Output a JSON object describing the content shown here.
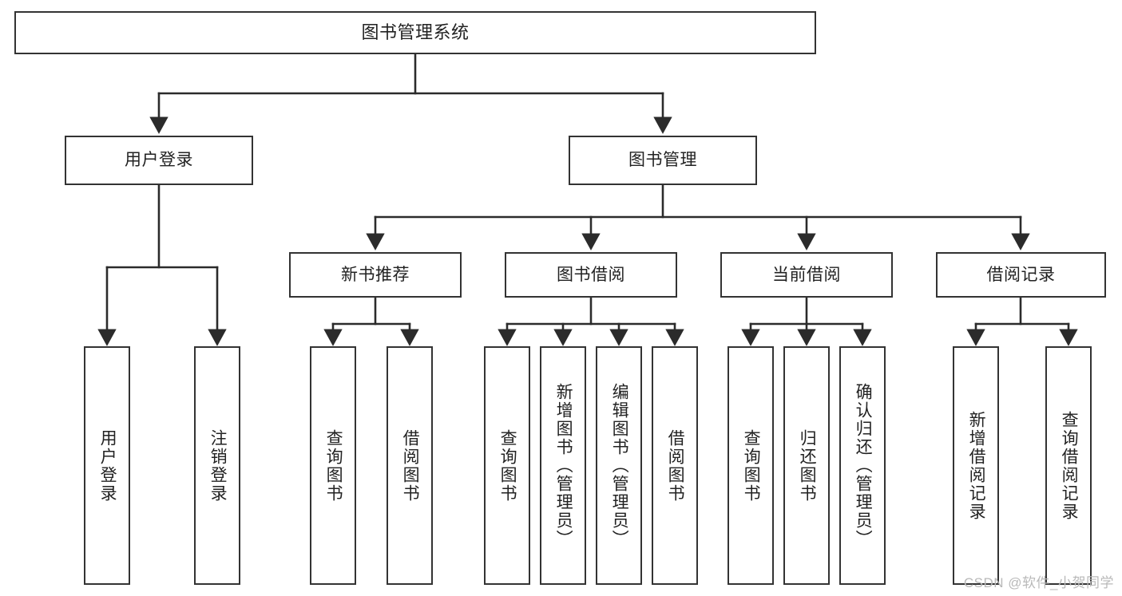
{
  "diagram": {
    "title": "图书管理系统",
    "type": "tree",
    "watermark": "CSDN @软件_小贺同学",
    "colors": {
      "stroke": "#333333",
      "fill": "#ffffff",
      "text": "#222222",
      "watermark": "#b9b9b9"
    },
    "root": {
      "id": "root",
      "label": "图书管理系统"
    },
    "level2": [
      {
        "id": "user-login",
        "label": "用户登录"
      },
      {
        "id": "book-manage",
        "label": "图书管理"
      }
    ],
    "level3": [
      {
        "id": "new-book-recommend",
        "label": "新书推荐",
        "parent": "book-manage"
      },
      {
        "id": "book-borrow",
        "label": "图书借阅",
        "parent": "book-manage"
      },
      {
        "id": "current-borrow",
        "label": "当前借阅",
        "parent": "book-manage"
      },
      {
        "id": "borrow-record",
        "label": "借阅记录",
        "parent": "book-manage"
      }
    ],
    "leaves": [
      {
        "id": "leaf-user-login",
        "label": "用户登录",
        "parent": "user-login"
      },
      {
        "id": "leaf-logout-login",
        "label": "注销登录",
        "parent": "user-login"
      },
      {
        "id": "leaf-query-book-1",
        "label": "查询图书",
        "parent": "new-book-recommend"
      },
      {
        "id": "leaf-borrow-book-1",
        "label": "借阅图书",
        "parent": "new-book-recommend"
      },
      {
        "id": "leaf-query-book-2",
        "label": "查询图书",
        "parent": "book-borrow"
      },
      {
        "id": "leaf-add-book",
        "label": "新增图书（管理员）",
        "parent": "book-borrow"
      },
      {
        "id": "leaf-edit-book",
        "label": "编辑图书（管理员）",
        "parent": "book-borrow"
      },
      {
        "id": "leaf-borrow-book-2",
        "label": "借阅图书",
        "parent": "book-borrow"
      },
      {
        "id": "leaf-query-book-3",
        "label": "查询图书",
        "parent": "current-borrow"
      },
      {
        "id": "leaf-return-book",
        "label": "归还图书",
        "parent": "current-borrow"
      },
      {
        "id": "leaf-confirm-return",
        "label": "确认归还（管理员）",
        "parent": "current-borrow"
      },
      {
        "id": "leaf-add-record",
        "label": "新增借阅记录",
        "parent": "borrow-record"
      },
      {
        "id": "leaf-query-record",
        "label": "查询借阅记录",
        "parent": "borrow-record"
      }
    ]
  }
}
